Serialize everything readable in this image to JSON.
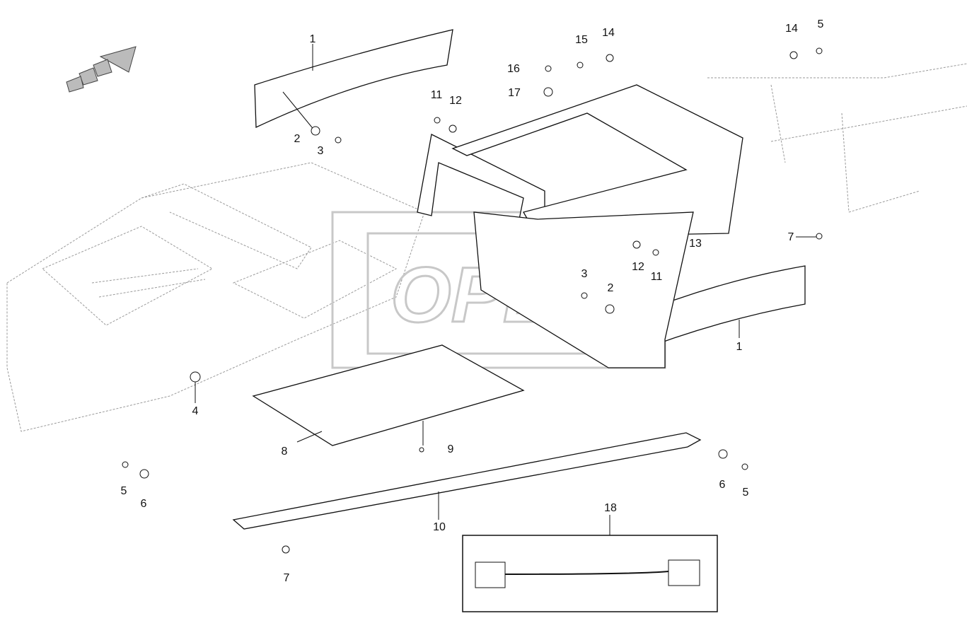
{
  "diagram": {
    "watermark": "OPEX",
    "callouts": {
      "c1a": "1",
      "c1b": "1",
      "c2a": "2",
      "c2b": "2",
      "c3a": "3",
      "c3b": "3",
      "c4": "4",
      "c5a": "5",
      "c5b": "5",
      "c5c": "5",
      "c6a": "6",
      "c6b": "6",
      "c7a": "7",
      "c7b": "7",
      "c8": "8",
      "c9": "9",
      "c10": "10",
      "c11a": "11",
      "c11b": "11",
      "c12a": "12",
      "c12b": "12",
      "c13": "13",
      "c14a": "14",
      "c14b": "14",
      "c15": "15",
      "c16": "16",
      "c17": "17",
      "c18": "18"
    }
  }
}
